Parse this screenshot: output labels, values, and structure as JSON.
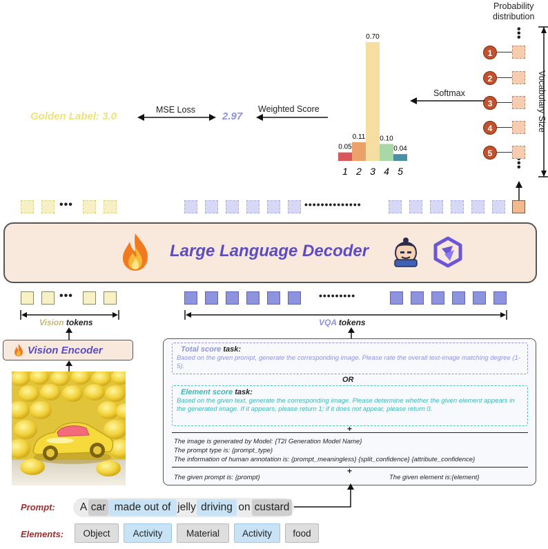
{
  "top": {
    "prob_title_line1": "Probability",
    "prob_title_line2": "distribution",
    "vocab_label": "Vocabulary Size",
    "softmax_label": "Softmax",
    "weighted_label": "Weighted Score",
    "score_value": "2.97",
    "mse_label": "MSE Loss",
    "golden_label": "Golden Label: 3.0",
    "prob_indices": [
      "1",
      "2",
      "3",
      "4",
      "5"
    ]
  },
  "chart_data": {
    "type": "bar",
    "categories": [
      "1",
      "2",
      "3",
      "4",
      "5"
    ],
    "values": [
      0.05,
      0.11,
      0.7,
      0.1,
      0.04
    ],
    "value_labels": [
      "0.05",
      "0.11",
      "0.70",
      "0.10",
      "0.04"
    ],
    "colors": [
      "#d9575a",
      "#eba26a",
      "#f5dea0",
      "#a9d7a8",
      "#4a8fa6"
    ]
  },
  "decoder": {
    "title": "Large Language Decoder",
    "fire_icon": "fire-icon",
    "logo_icons": [
      "sumo-mascot-icon",
      "qwen-logo-icon"
    ]
  },
  "tokens": {
    "vision_word": "Vision",
    "vision_tokens_word": "tokens",
    "vqa_word": "VQA",
    "vqa_tokens_word": "tokens"
  },
  "vision_encoder": {
    "label": "Vision Encoder"
  },
  "prompt_box": {
    "total_title": "Total score",
    "total_task": "task:",
    "total_text": "Based on the given prompt, generate the corresponding image. Please rate the overall text-image matching degree (1-5).",
    "or_label": "OR",
    "element_title": "Element score",
    "element_task": "task:",
    "element_text": "Based on the given text, generate the corresponding image. Please determine whether the given element appears in the generated image. If it appears, please return 1; if it does not appear, please return 0.",
    "plus": "+",
    "line1": "The image is generated by Model:  {T2I Generation Model Name}",
    "line2": "The prompt type is: {prompt_type}",
    "line3": "The information of human annotation is:  {prompt_meaningless}  {split_confidence}  {attribute_confidence}",
    "plus2": "+",
    "given_prompt": "The given prompt is: {prompt}",
    "given_element": "The given element is:{element}"
  },
  "bottom": {
    "prompt_label": "Prompt:",
    "prompt_words": [
      "A",
      "car",
      "made out of",
      "jelly",
      "driving",
      "on",
      "custard"
    ],
    "elements_label": "Elements:",
    "elements": [
      "Object",
      "Activity",
      "Material",
      "Activity",
      "food"
    ]
  }
}
